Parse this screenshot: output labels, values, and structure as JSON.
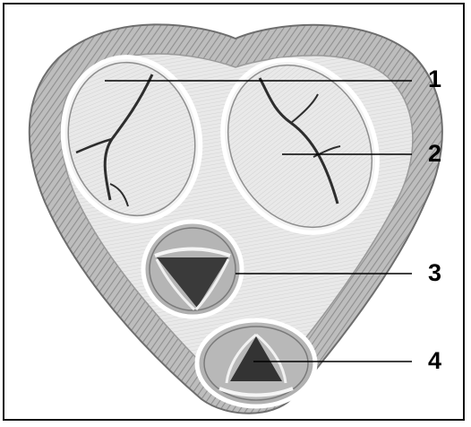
{
  "labels": [
    {
      "id": "1",
      "text": "1"
    },
    {
      "id": "2",
      "text": "2"
    },
    {
      "id": "3",
      "text": "3"
    },
    {
      "id": "4",
      "text": "4"
    }
  ],
  "colors": {
    "frame": "#111111",
    "myocardium_outer": "#8a8a8a",
    "myocardium_inner": "#c7c7c7",
    "valve_leaflet": "#e6e6e6",
    "valve_rim": "#f7f7f7",
    "orifice": "#3a3a3a",
    "leader_line": "#000000"
  }
}
